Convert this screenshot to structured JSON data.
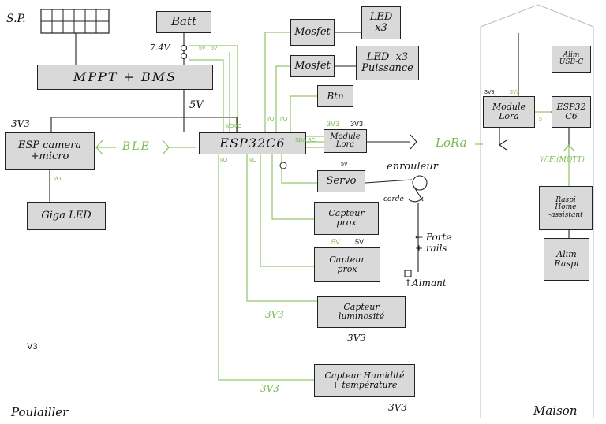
{
  "blocks": {
    "batt": "Batt",
    "mppt": "MPPT  +  BMS",
    "esp_cam": "ESP camera\n+micro",
    "giga_led": "Giga LED",
    "esp_main": "ESP32C6",
    "mosfet": "Mosfet",
    "led_x3": "LED\nx3",
    "led_power": "LED  x3\nPuissance",
    "btn": "Btn",
    "lora_module": "Module\nLora",
    "servo": "Servo",
    "prox": "Capteur\nprox",
    "light": "Capteur\nluminosité",
    "humidity": "Capteur Humidité\n+ température",
    "alim_usb": "Alim\nUSB-C",
    "house_lora": "Module\nLora",
    "house_esp": "ESP32\nC6",
    "raspi_ha": "Raspi\nHome\n-assistant",
    "alim_raspi": "Alim\nRaspi"
  },
  "labels": {
    "sp": "S.P.",
    "v74": "7.4V",
    "v5": "5V",
    "bus5v": "5V",
    "v3v3": "3V3",
    "ble": "BLE",
    "lora": "LoRa",
    "io": "I/O",
    "pins": "SDA SCL",
    "enrouleur": "enrouleur",
    "corde": "corde",
    "porte": "← Porte\n+ rails",
    "aimant": "↑Aimant",
    "v3": "V3",
    "poulailler": "Poulailler",
    "maison": "Maison",
    "wifi": "WiFi(MQTT)",
    "s": "5"
  },
  "colors": {
    "signal_wire": "#78b84a",
    "block_fill": "#d9d9d9",
    "outline": "#222222"
  }
}
